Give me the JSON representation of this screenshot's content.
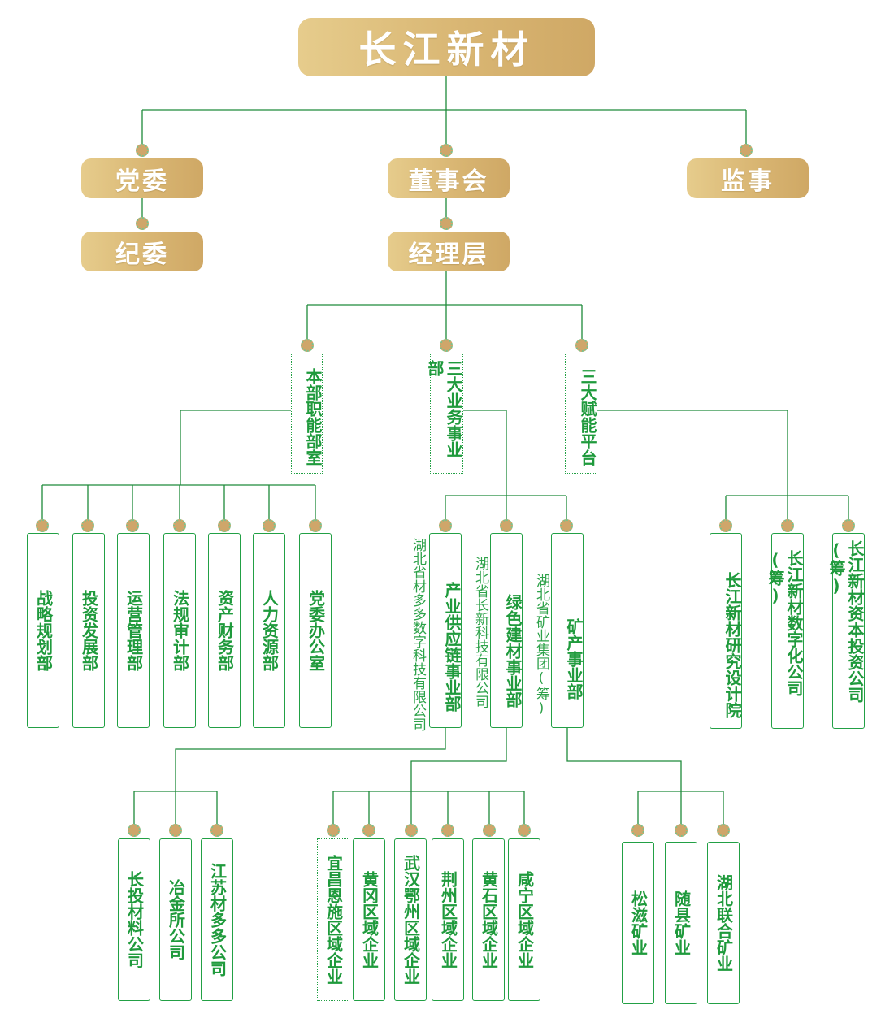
{
  "top": {
    "company": "长江新材"
  },
  "level1": {
    "party": "党委",
    "board": "董事会",
    "supervisor": "监事"
  },
  "level2": {
    "discipline": "纪委",
    "management": "经理层"
  },
  "groups": {
    "hq": "本部职能部室",
    "business": "三大业务事业部",
    "platforms": "三大赋能平台"
  },
  "hq_departments": [
    "战略规划部",
    "投资发展部",
    "运营管理部",
    "法规审计部",
    "资产财务部",
    "人力资源部",
    "党委办公室"
  ],
  "business_units": [
    {
      "name": "产业供应链事业部",
      "company": "湖北省材多多数字科技有限公司"
    },
    {
      "name": "绿色建材事业部",
      "company": "湖北省长新科技有限公司"
    },
    {
      "name": "矿产事业部",
      "company": "湖北省矿业集团(筹)"
    }
  ],
  "platform_units": [
    "长江新材研究设计院",
    "长江新材数字化公司(筹)",
    "长江新材资本投资公司(筹)"
  ],
  "supply_chain_subs": [
    "长投材料公司",
    "冶金所公司",
    "江苏材多多公司"
  ],
  "building_subs": [
    "宜昌恩施区域企业",
    "黄冈区域企业",
    "武汉鄂州区域企业",
    "荆州区域企业",
    "黄石区域企业",
    "咸宁区域企业"
  ],
  "mineral_subs": [
    "松滋矿业",
    "随县矿业",
    "湖北联合矿业"
  ],
  "colors": {
    "gold": "#d9b673",
    "green_text": "#1f9a3c",
    "green_line": "#22a045",
    "connector": "#1e8a3a"
  }
}
